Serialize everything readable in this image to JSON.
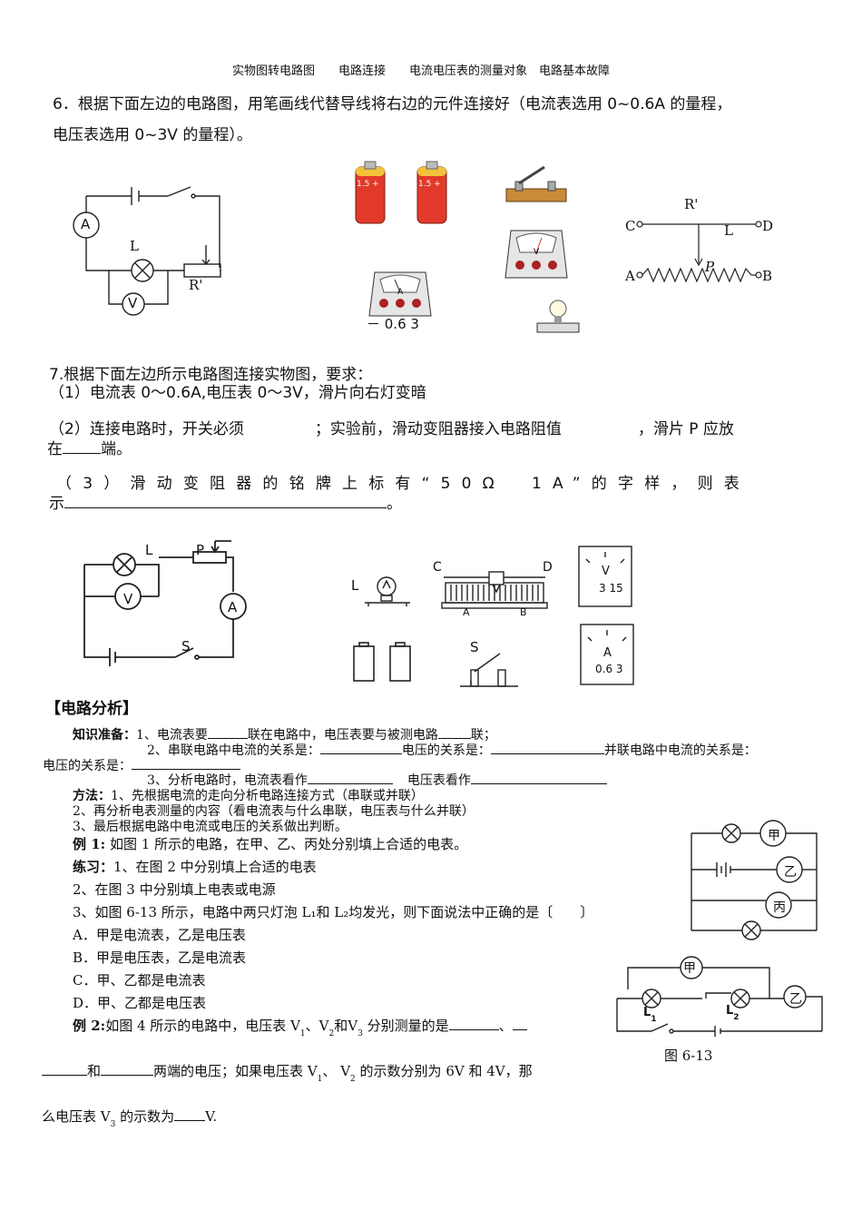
{
  "header": "实物图转电路图　　电路连接　　电流电压表的测量对象　电路基本故障",
  "q6": {
    "line1": "6．根据下面左边的电路图，用笔画线代替导线将右边的元件连接好（电流表选用 0~0.6A 的量程，",
    "line2": "电压表选用 0~3V 的量程）。",
    "labels": {
      "L": "L",
      "R": "R'",
      "A": "A",
      "V": "V",
      "C": "C",
      "D": "D",
      "Abar": "A",
      "B": "B",
      "P": "P",
      "Rp": "R'",
      "Lp": "L",
      "scale": "－ 0.6 3",
      "battery": "1.5 +"
    }
  },
  "q7": {
    "title": "7.根据下面左边所示电路图连接实物图，要求：",
    "req1": "（1）电流表 0～0.6A,电压表 0～3V，滑片向右灯变暗",
    "req2a": "（2）连接电路时，开关必须",
    "req2b": "；实验前，滑动变阻器接入电路阻值",
    "req2c": "，滑片 P 应放",
    "req2d": "在",
    "req2e": "端。",
    "req3a": "（3）滑动变阻器的铭牌上标有“50Ω　1A”的字样，则表",
    "req3b": "示",
    "req3c": "。",
    "labels": {
      "L": "L",
      "P": "P",
      "V": "V",
      "A": "A",
      "S": "S",
      "C": "C",
      "D": "D",
      "Aend": "A",
      "B": "B",
      "Vscale": "3  15",
      "Ascale": "0.6  3"
    }
  },
  "analysis": {
    "heading": "【电路分析】",
    "prep_label": "知识准备：",
    "prep1a": "1、电流表要",
    "prep1b": "联在电路中，电压表要与被测电路",
    "prep1c": "联；",
    "prep2a": "2、串联电路中电流的关系是：",
    "prep2b": "电压的关系是：",
    "prep2c": "并联电路中电流的关系是：",
    "prep2d": "电压的关系是：",
    "prep3a": "3、分析电路时，电流表看作",
    "prep3b": "电压表看作",
    "method_label": "方法：",
    "method1": "1、先根据电流的走向分析电路连接方式（串联或并联）",
    "method2": "2、再分析电表测量的内容（看电流表与什么串联，电压表与什么并联）",
    "method3": "3、最后根据电路中电流或电压的关系做出判断。",
    "ex1_label": "例 1:",
    "ex1": "如图 1 所示的电路，在甲、乙、丙处分别填上合适的电表。",
    "prac_label": "练习：",
    "prac1": "1、在图 2 中分别填上合适的电表",
    "prac2": "2、在图 3 中分别填上电表或电源",
    "prac3": "3、如图 6-13 所示，电路中两只灯泡 L₁和 L₂均发光，则下面说法中正确的是〔　　〕",
    "optA": "A．甲是电流表，乙是电压表",
    "optB": "B．甲是电压表，乙是电流表",
    "optC": "C．甲、乙都是电流表",
    "optD": "D．甲、乙都是电压表",
    "ex2_label": "例 2:",
    "ex2a": "如图 4 所示的电路中，电压表",
    "ex2b": "分别测量的是",
    "ex2c": "和",
    "ex2d": "两端的电压；如果电压表",
    "ex2e": "的示数分别为 6V 和 4V，那",
    "ex2f": "么电压表",
    "ex2g": "的示数为",
    "ex2h": "V.",
    "v1": "V",
    "v2": "V",
    "v3": "V",
    "and": "和",
    "sep": "、",
    "fig_caption": "图 6-13",
    "jia": "甲",
    "yi": "乙",
    "bing": "丙",
    "L1": "L",
    "L2": "L"
  }
}
